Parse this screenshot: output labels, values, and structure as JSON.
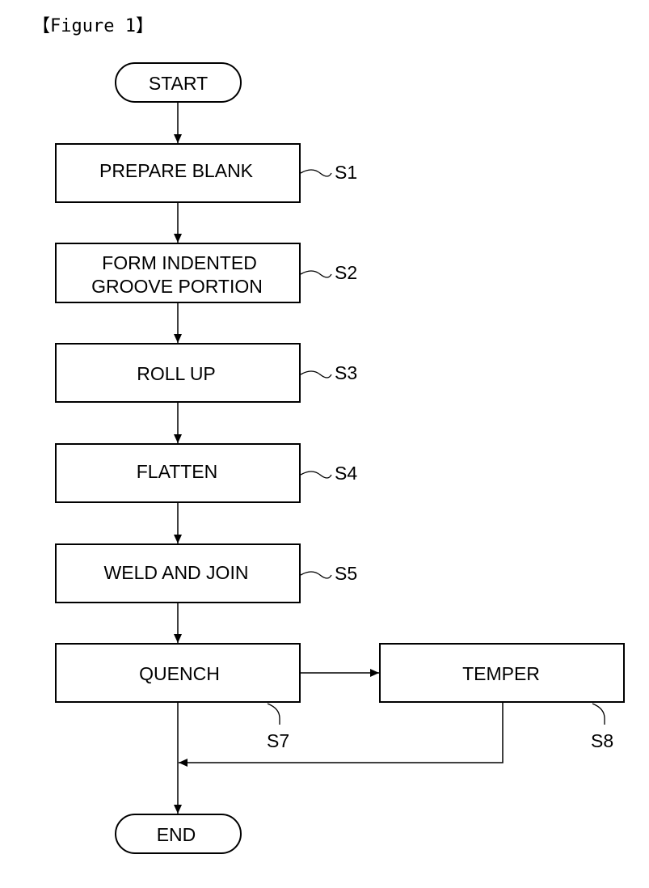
{
  "figure_label": "【Figure 1】",
  "nodes": {
    "start": "START",
    "s1": "PREPARE BLANK",
    "s2_line1": "FORM INDENTED",
    "s2_line2": "GROOVE PORTION",
    "s3": "ROLL UP",
    "s4": "FLATTEN",
    "s5": "WELD AND JOIN",
    "s7": "QUENCH",
    "s8": "TEMPER",
    "end": "END"
  },
  "step_labels": {
    "s1": "S1",
    "s2": "S2",
    "s3": "S3",
    "s4": "S4",
    "s5": "S5",
    "s7": "S7",
    "s8": "S8"
  }
}
